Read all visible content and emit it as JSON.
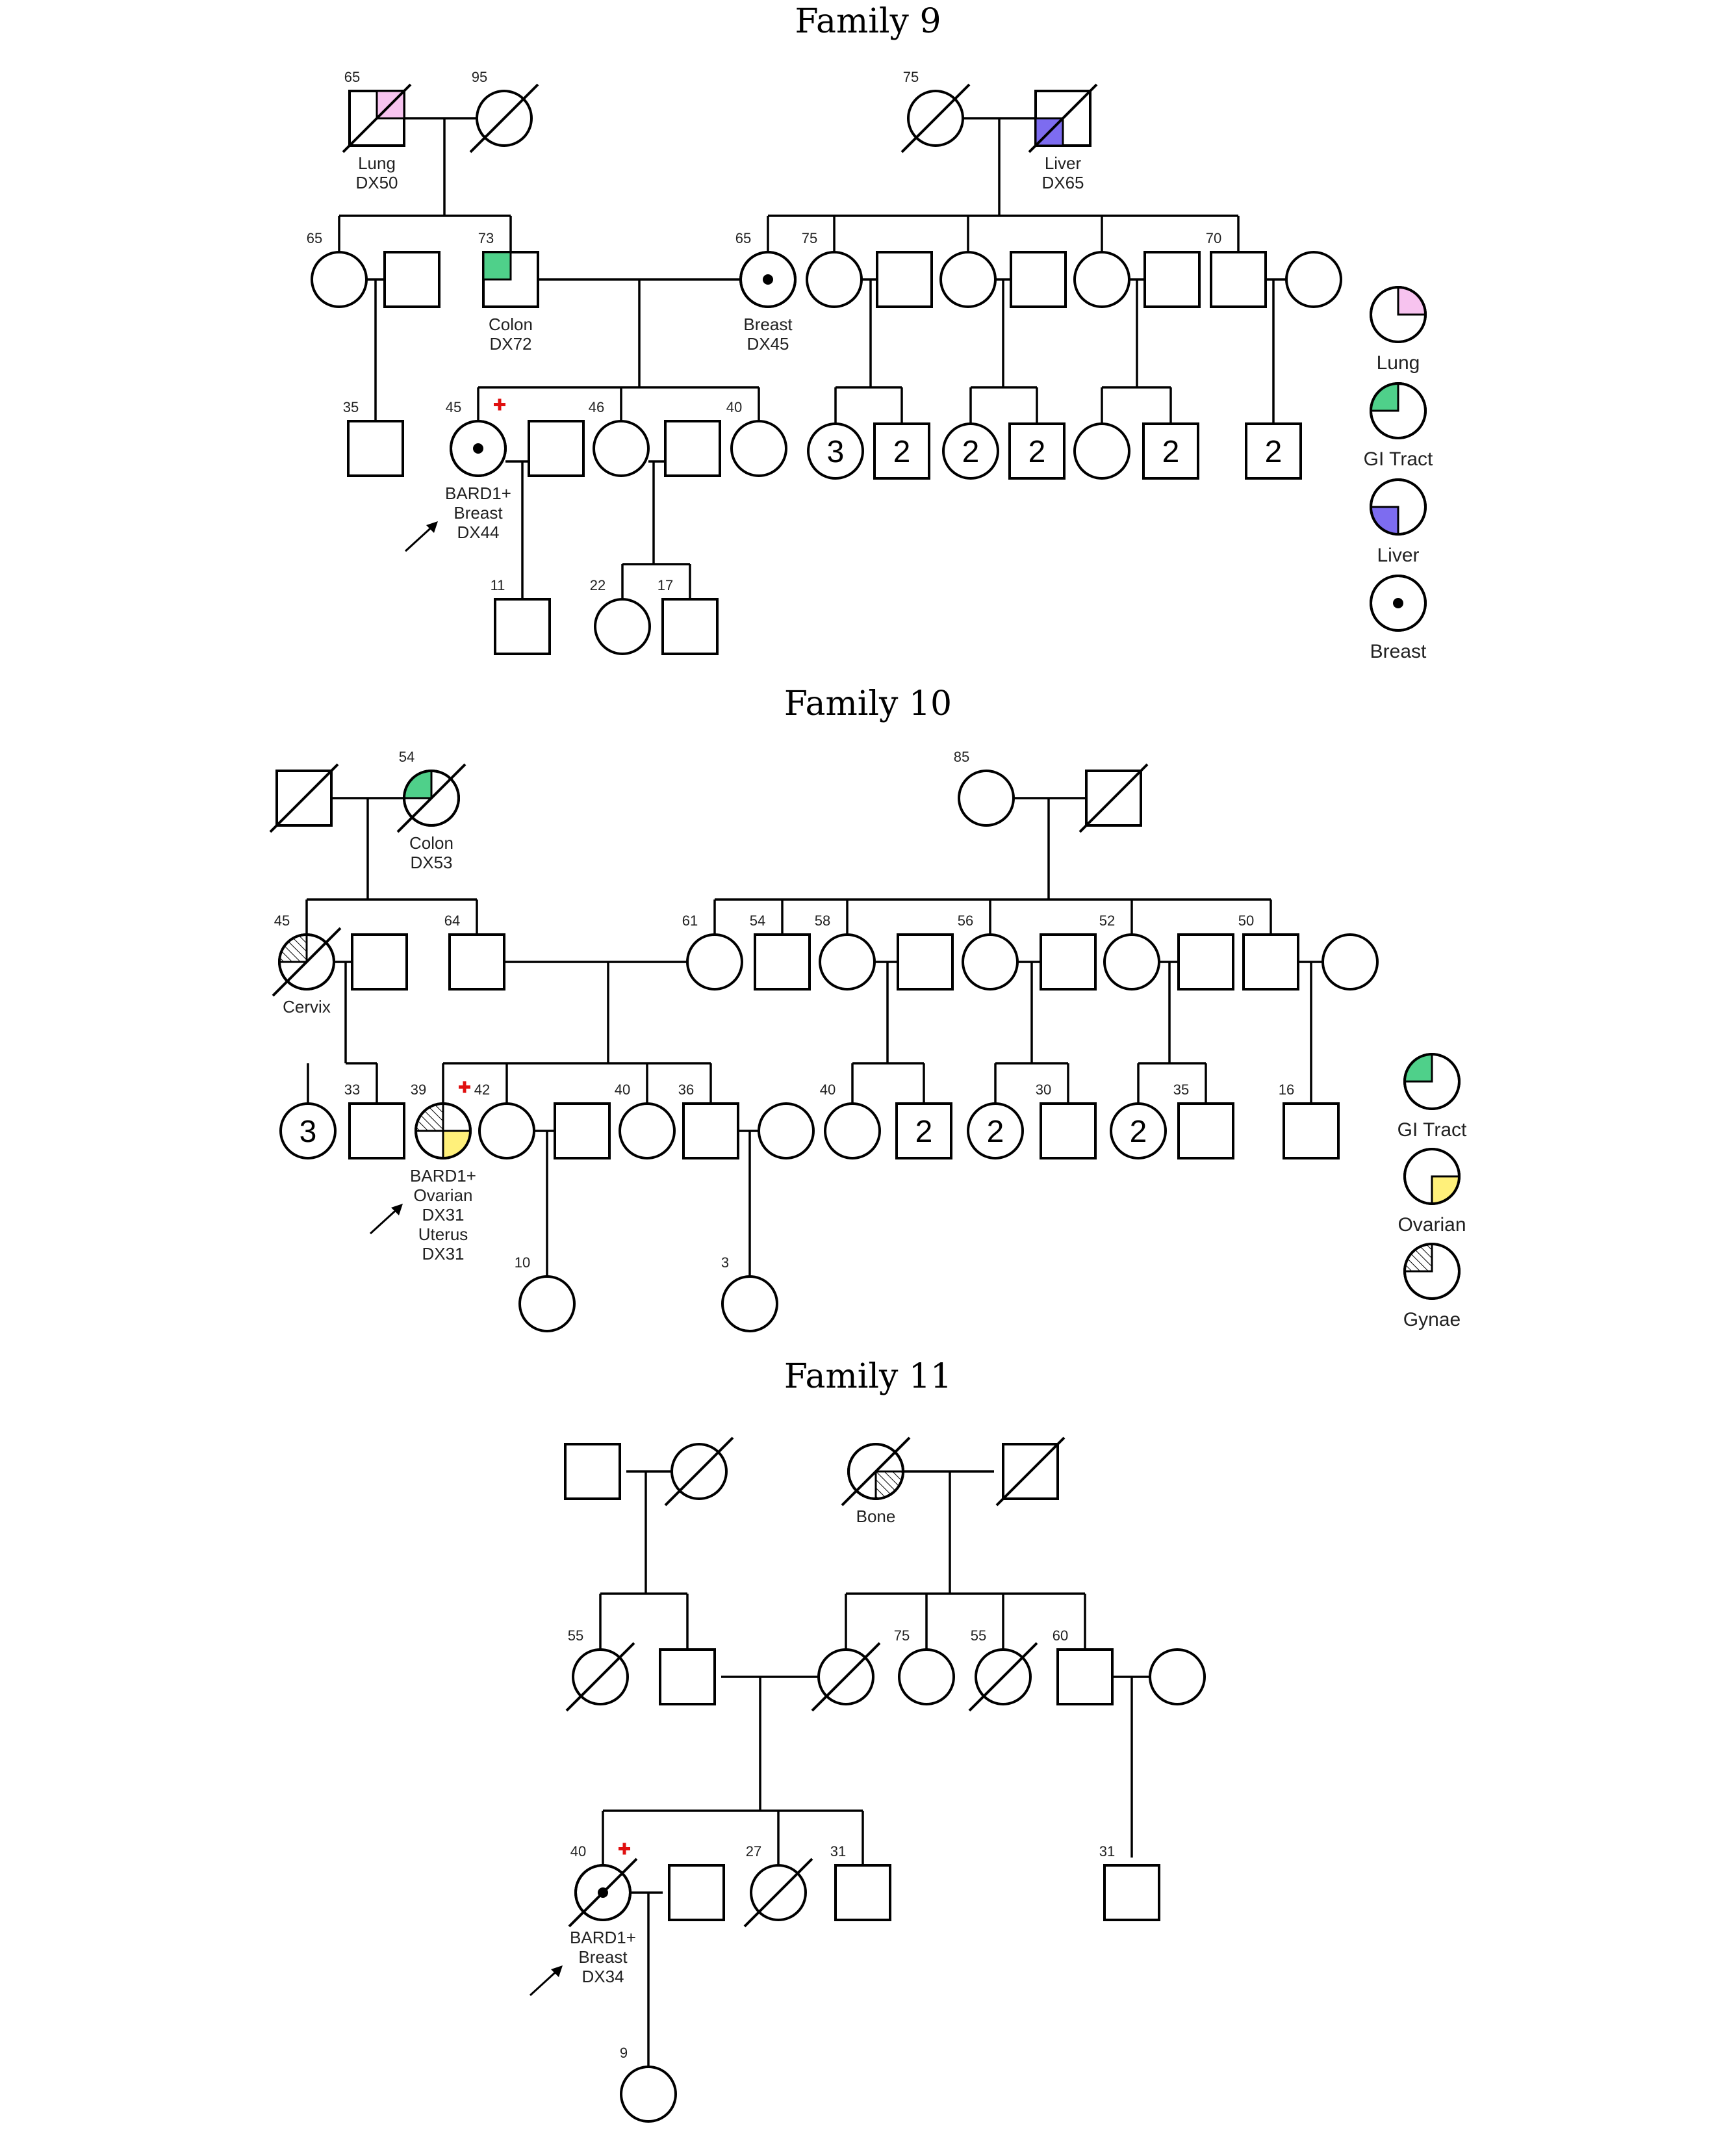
{
  "colors": {
    "lung": "#f7c3ef",
    "gi_tract": "#4fd08a",
    "liver": "#7d6cf0",
    "ovarian": "#fff07a",
    "carrier_mark": "#e01010",
    "line": "#000000"
  },
  "families": [
    {
      "title": "Family 9",
      "members": [
        {
          "id": "f9g1a",
          "sex": "m",
          "deceased": true,
          "age": "65",
          "affected": [
            "lung"
          ],
          "label": [
            "Lung",
            "DX50"
          ]
        },
        {
          "id": "f9g1b",
          "sex": "f",
          "deceased": true,
          "age": "95"
        },
        {
          "id": "f9g1c",
          "sex": "f",
          "deceased": true,
          "age": "75"
        },
        {
          "id": "f9g1d",
          "sex": "m",
          "deceased": true,
          "affected": [
            "liver"
          ],
          "label": [
            "Liver",
            "DX65"
          ]
        },
        {
          "id": "f9g2a",
          "sex": "f",
          "age": "65"
        },
        {
          "id": "f9g2b",
          "sex": "m"
        },
        {
          "id": "f9g2c",
          "sex": "m",
          "age": "73",
          "affected": [
            "gi_tract"
          ],
          "label": [
            "Colon",
            "DX72"
          ]
        },
        {
          "id": "f9g2d",
          "sex": "f",
          "age": "65",
          "affected": [
            "breast"
          ],
          "label": [
            "Breast",
            "DX45"
          ]
        },
        {
          "id": "f9g2e",
          "sex": "f",
          "age": "75"
        },
        {
          "id": "f9g2f",
          "sex": "m"
        },
        {
          "id": "f9g2g",
          "sex": "f"
        },
        {
          "id": "f9g2h",
          "sex": "m"
        },
        {
          "id": "f9g2i",
          "sex": "f"
        },
        {
          "id": "f9g2j",
          "sex": "m"
        },
        {
          "id": "f9g2k",
          "sex": "m",
          "age": "70"
        },
        {
          "id": "f9g2l",
          "sex": "f"
        },
        {
          "id": "f9g3a",
          "sex": "m",
          "age": "35"
        },
        {
          "id": "f9g3b",
          "sex": "f",
          "age": "45",
          "affected": [
            "breast"
          ],
          "carrier": true,
          "proband": true,
          "label": [
            "BARD1+",
            "Breast",
            "DX44"
          ]
        },
        {
          "id": "f9g3c",
          "sex": "m"
        },
        {
          "id": "f9g3d",
          "sex": "f",
          "age": "46"
        },
        {
          "id": "f9g3e",
          "sex": "m"
        },
        {
          "id": "f9g3f",
          "sex": "f",
          "age": "40"
        },
        {
          "id": "f9g3g",
          "sex": "f",
          "count": "3"
        },
        {
          "id": "f9g3h",
          "sex": "m",
          "count": "2"
        },
        {
          "id": "f9g3i",
          "sex": "f",
          "count": "2"
        },
        {
          "id": "f9g3j",
          "sex": "m",
          "count": "2"
        },
        {
          "id": "f9g3k",
          "sex": "f"
        },
        {
          "id": "f9g3l",
          "sex": "m",
          "count": "2"
        },
        {
          "id": "f9g3m",
          "sex": "m",
          "count": "2"
        },
        {
          "id": "f9g4a",
          "sex": "m",
          "age": "11"
        },
        {
          "id": "f9g4b",
          "sex": "f",
          "age": "22"
        },
        {
          "id": "f9g4c",
          "sex": "m",
          "age": "17"
        }
      ],
      "legend": [
        {
          "key": "lung",
          "label": "Lung"
        },
        {
          "key": "gi_tract",
          "label": "GI Tract"
        },
        {
          "key": "liver",
          "label": "Liver"
        },
        {
          "key": "breast",
          "label": "Breast"
        }
      ]
    },
    {
      "title": "Family 10",
      "members": [
        {
          "id": "f10g1a",
          "sex": "m",
          "deceased": true
        },
        {
          "id": "f10g1b",
          "sex": "f",
          "deceased": true,
          "age": "54",
          "affected": [
            "gi_tract"
          ],
          "label": [
            "Colon",
            "DX53"
          ]
        },
        {
          "id": "f10g1c",
          "sex": "f",
          "age": "85"
        },
        {
          "id": "f10g1d",
          "sex": "m",
          "deceased": true
        },
        {
          "id": "f10g2a",
          "sex": "f",
          "deceased": true,
          "age": "45",
          "affected": [
            "gynae"
          ],
          "label": [
            "Cervix"
          ]
        },
        {
          "id": "f10g2b",
          "sex": "m"
        },
        {
          "id": "f10g2c",
          "sex": "m",
          "age": "64"
        },
        {
          "id": "f10g2d",
          "sex": "f",
          "age": "61"
        },
        {
          "id": "f10g2e",
          "sex": "m",
          "age": "54"
        },
        {
          "id": "f10g2f",
          "sex": "f",
          "age": "58"
        },
        {
          "id": "f10g2g",
          "sex": "m"
        },
        {
          "id": "f10g2h",
          "sex": "f",
          "age": "56"
        },
        {
          "id": "f10g2i",
          "sex": "m"
        },
        {
          "id": "f10g2j",
          "sex": "f",
          "age": "52"
        },
        {
          "id": "f10g2k",
          "sex": "m"
        },
        {
          "id": "f10g2l",
          "sex": "m",
          "age": "50"
        },
        {
          "id": "f10g2m",
          "sex": "f"
        },
        {
          "id": "f10g3a",
          "sex": "f",
          "count": "3"
        },
        {
          "id": "f10g3b",
          "sex": "m",
          "age": "33"
        },
        {
          "id": "f10g3c",
          "sex": "f",
          "age": "39",
          "affected": [
            "gynae",
            "ovarian"
          ],
          "carrier": true,
          "proband": true,
          "label": [
            "BARD1+",
            "Ovarian",
            "DX31",
            "Uterus",
            "DX31"
          ]
        },
        {
          "id": "f10g3d",
          "sex": "f",
          "age": "42"
        },
        {
          "id": "f10g3e",
          "sex": "m"
        },
        {
          "id": "f10g3f",
          "sex": "f",
          "age": "40"
        },
        {
          "id": "f10g3g",
          "sex": "m",
          "age": "36"
        },
        {
          "id": "f10g3h",
          "sex": "f"
        },
        {
          "id": "f10g3i",
          "sex": "f",
          "age": "40"
        },
        {
          "id": "f10g3j",
          "sex": "m",
          "count": "2"
        },
        {
          "id": "f10g3k",
          "sex": "f",
          "count": "2"
        },
        {
          "id": "f10g3l",
          "sex": "m",
          "age": "30"
        },
        {
          "id": "f10g3m",
          "sex": "f",
          "count": "2"
        },
        {
          "id": "f10g3n",
          "sex": "m",
          "age": "35"
        },
        {
          "id": "f10g3o",
          "sex": "m",
          "age": "16"
        },
        {
          "id": "f10g4a",
          "sex": "f",
          "age": "10"
        },
        {
          "id": "f10g4b",
          "sex": "f",
          "age": "3"
        }
      ],
      "legend": [
        {
          "key": "gi_tract",
          "label": "GI Tract"
        },
        {
          "key": "ovarian",
          "label": "Ovarian"
        },
        {
          "key": "gynae",
          "label": "Gynae"
        }
      ]
    },
    {
      "title": "Family 11",
      "members": [
        {
          "id": "f11g1a",
          "sex": "m"
        },
        {
          "id": "f11g1b",
          "sex": "f",
          "deceased": true
        },
        {
          "id": "f11g1c",
          "sex": "f",
          "deceased": true,
          "affected": [
            "bone"
          ],
          "label": [
            "Bone"
          ]
        },
        {
          "id": "f11g1d",
          "sex": "m",
          "deceased": true
        },
        {
          "id": "f11g2a",
          "sex": "f",
          "deceased": true,
          "age": "55"
        },
        {
          "id": "f11g2b",
          "sex": "m"
        },
        {
          "id": "f11g2c",
          "sex": "f",
          "deceased": true
        },
        {
          "id": "f11g2d",
          "sex": "f",
          "age": "75"
        },
        {
          "id": "f11g2e",
          "sex": "f",
          "deceased": true,
          "age": "55"
        },
        {
          "id": "f11g2f",
          "sex": "m",
          "age": "60"
        },
        {
          "id": "f11g2g",
          "sex": "f"
        },
        {
          "id": "f11g3a",
          "sex": "f",
          "deceased": true,
          "age": "40",
          "affected": [
            "breast"
          ],
          "carrier": true,
          "proband": true,
          "label": [
            "BARD1+",
            "Breast",
            "DX34"
          ]
        },
        {
          "id": "f11g3b",
          "sex": "m"
        },
        {
          "id": "f11g3c",
          "sex": "f",
          "deceased": true,
          "age": "27"
        },
        {
          "id": "f11g3d",
          "sex": "m",
          "age": "31"
        },
        {
          "id": "f11g3e",
          "sex": "m",
          "age": "31"
        },
        {
          "id": "f11g4a",
          "sex": "f",
          "age": "9"
        }
      ],
      "legend": []
    }
  ]
}
